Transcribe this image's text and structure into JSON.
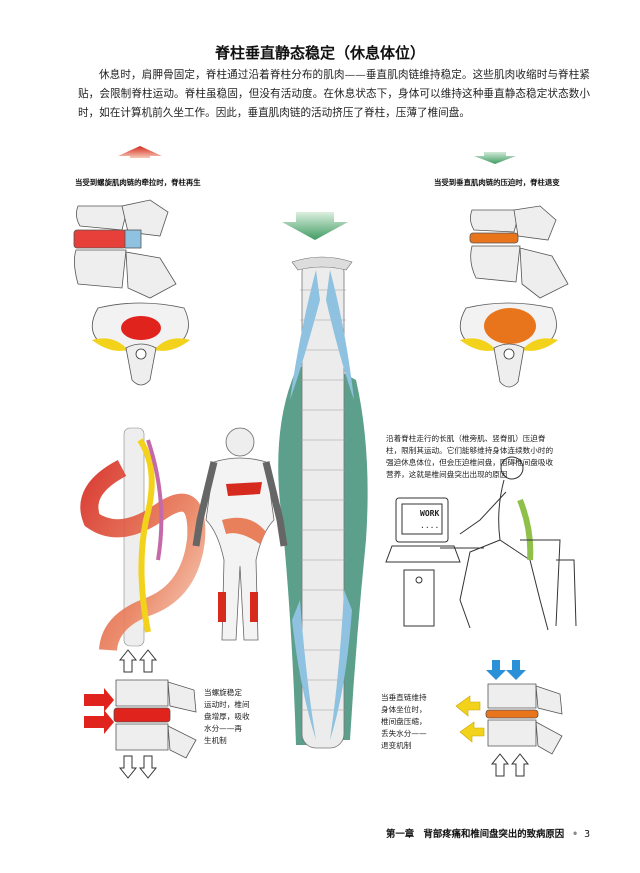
{
  "page": {
    "title": "脊柱垂直静态稳定（休息体位）",
    "intro": "休息时，肩胛骨固定，脊柱通过沿着脊柱分布的肌肉——垂直肌肉链维持稳定。这些肌肉收缩时与脊柱紧贴，会限制脊柱运动。脊柱虽稳固，但没有活动度。在休息状态下，身体可以维持这种垂直静态稳定状态数小时，如在计算机前久坐工作。因此，垂直肌肉链的活动挤压了脊柱，压薄了椎间盘。"
  },
  "left": {
    "caption_top": "当受到螺旋肌肉链的牵拉时，脊柱再生",
    "note": [
      "当螺旋稳定",
      "运动时，椎间",
      "盘增厚，吸收",
      "水分——再",
      "生机制"
    ]
  },
  "right": {
    "caption_top": "当受到垂直肌肉链的压迫时，脊柱退变",
    "desc": [
      "沿着脊柱走行的长肌（椎旁肌、竖脊肌）压迫脊",
      "柱，限制其运动。它们能够维持身体连续数小时的",
      "强迫休息体位，但会压迫椎间盘，阻碍椎间盘吸收",
      "营养，这就是椎间盘突出出现的原因"
    ],
    "note": [
      "当垂直链维持",
      "身体坐位时，",
      "椎间盘压缩，",
      "丢失水分——",
      "退变机制"
    ],
    "monitor_text": [
      "WORK",
      "...."
    ]
  },
  "colors": {
    "red": "#d62a1f",
    "orange": "#e8741c",
    "green": "#3f8f78",
    "light_blue": "#8fc2e0",
    "blue": "#2a90d8",
    "yellow": "#f2d21a"
  },
  "footer": {
    "chapter": "第一章　背部疼痛和椎间盘突出的致病原因",
    "page_no": "3"
  }
}
